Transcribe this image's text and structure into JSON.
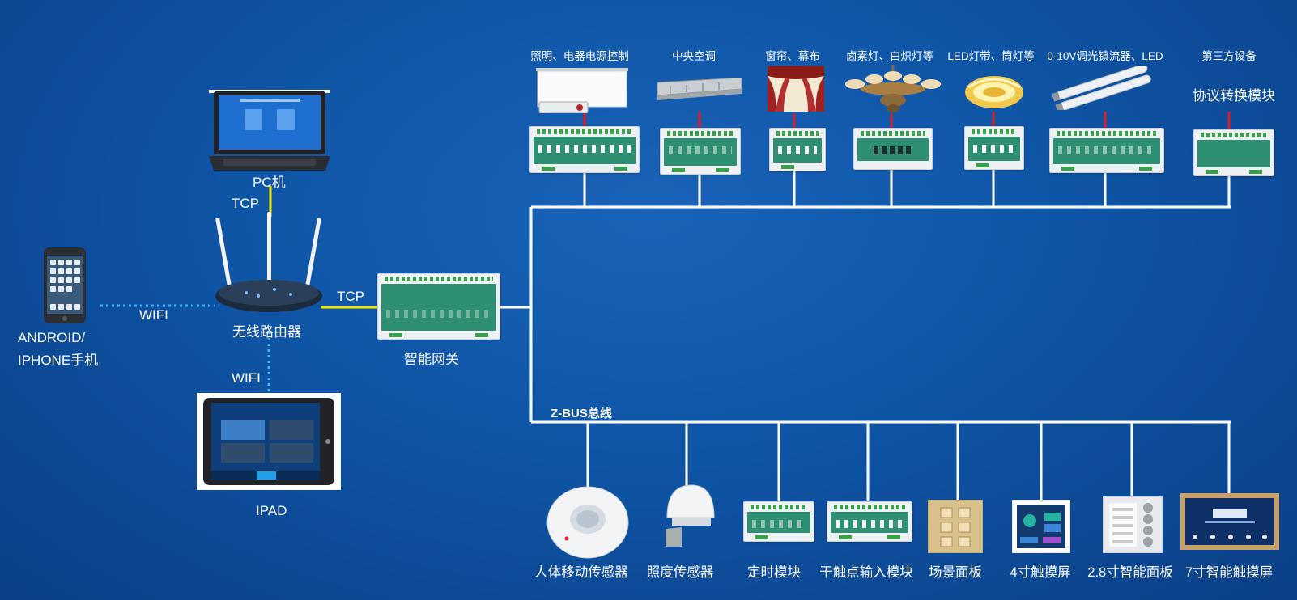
{
  "colors": {
    "background": "#0f55a6",
    "bus_line": "#ffffff",
    "tcp_line": "#f2e800",
    "wifi_line": "#3fb6ff",
    "device_link": "#d9202a",
    "module_green": "#2f8f73"
  },
  "left": {
    "pc_label": "PC机",
    "tcp_top_label": "TCP",
    "router_label": "无线路由器",
    "tcp_gateway_label": "TCP",
    "wifi_phone_label": "WIFI",
    "phone_label_line1": "ANDROID/",
    "phone_label_line2": "IPHONE手机",
    "wifi_ipad_label": "WIFI",
    "ipad_label": "IPAD",
    "gateway_label": "智能网关"
  },
  "top_devices": [
    {
      "label": "照明、电器电源控制"
    },
    {
      "label": "中央空调"
    },
    {
      "label": "窗帘、幕布"
    },
    {
      "label": "卤素灯、白炽灯等"
    },
    {
      "label": "LED灯带、筒灯等"
    },
    {
      "label": "0-10V调光镇流器、LED"
    },
    {
      "label": "第三方设备",
      "sub_label": "协议转换模块"
    }
  ],
  "bus_label": "Z-BUS总线",
  "bottom_devices": [
    {
      "label": "人体移动传感器"
    },
    {
      "label": "照度传感器"
    },
    {
      "label": "定时模块"
    },
    {
      "label": "干触点输入模块"
    },
    {
      "label": "场景面板"
    },
    {
      "label": "4寸触摸屏"
    },
    {
      "label": "2.8寸智能面板"
    },
    {
      "label": "7寸智能触摸屏"
    }
  ],
  "icons": [
    "laptop-icon",
    "router-icon",
    "phone-icon",
    "tablet-icon",
    "gateway-icon",
    "projector-icon",
    "air-conditioner-icon",
    "curtain-icon",
    "chandelier-icon",
    "led-strip-icon",
    "led-tube-icon",
    "motion-sensor-icon",
    "light-sensor-icon",
    "scene-panel-icon",
    "touchscreen-icon"
  ]
}
